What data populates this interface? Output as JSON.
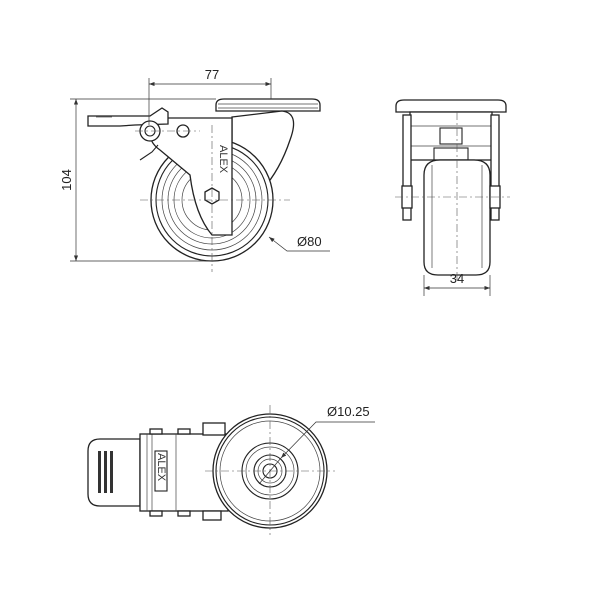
{
  "drawing": {
    "brand_logo": "ALEX",
    "side_view": {
      "width_dim": "77",
      "height_dim": "104",
      "wheel_diameter": "Ø80"
    },
    "front_view": {
      "wheel_width_dim": "34"
    },
    "top_view": {
      "bore_diameter": "Ø10.25"
    }
  }
}
